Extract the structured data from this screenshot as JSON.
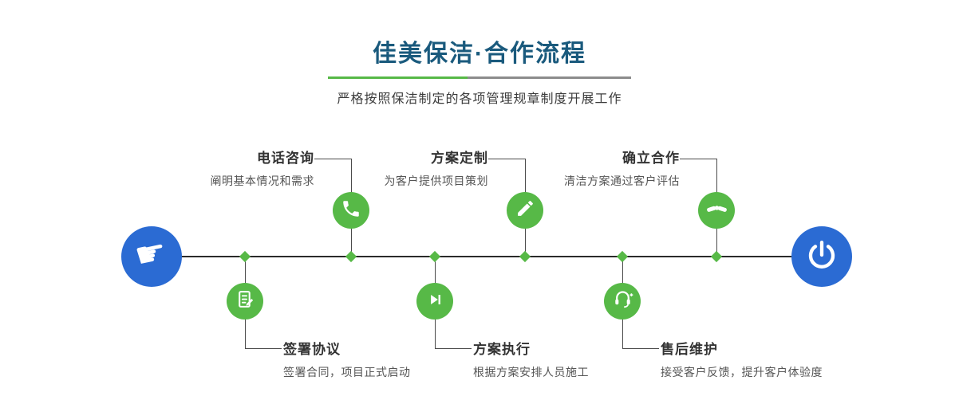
{
  "header": {
    "title": "佳美保洁·合作流程",
    "subtitle": "严格按照保洁制定的各项管理规章制度开展工作"
  },
  "colors": {
    "title_blue": "#1a5a7d",
    "green": "#57b947",
    "blue": "#2b6bd3",
    "line": "#4a4a4a"
  },
  "flow": {
    "start_icon": "hand-pointing-icon",
    "end_icon": "power-icon",
    "top_steps": [
      {
        "title": "电话咨询",
        "desc": "阐明基本情况和需求",
        "icon": "phone-icon"
      },
      {
        "title": "方案定制",
        "desc": "为客户提供项目策划",
        "icon": "pencil-icon"
      },
      {
        "title": "确立合作",
        "desc": "清洁方案通过客户评估",
        "icon": "handshake-icon"
      }
    ],
    "bottom_steps": [
      {
        "title": "签署协议",
        "desc": "签署合同，项目正式启动",
        "icon": "document-icon"
      },
      {
        "title": "方案执行",
        "desc": "根据方案安排人员施工",
        "icon": "play-icon"
      },
      {
        "title": "售后维护",
        "desc": "接受客户反馈，提升客户体验度",
        "icon": "headset-icon"
      }
    ]
  }
}
